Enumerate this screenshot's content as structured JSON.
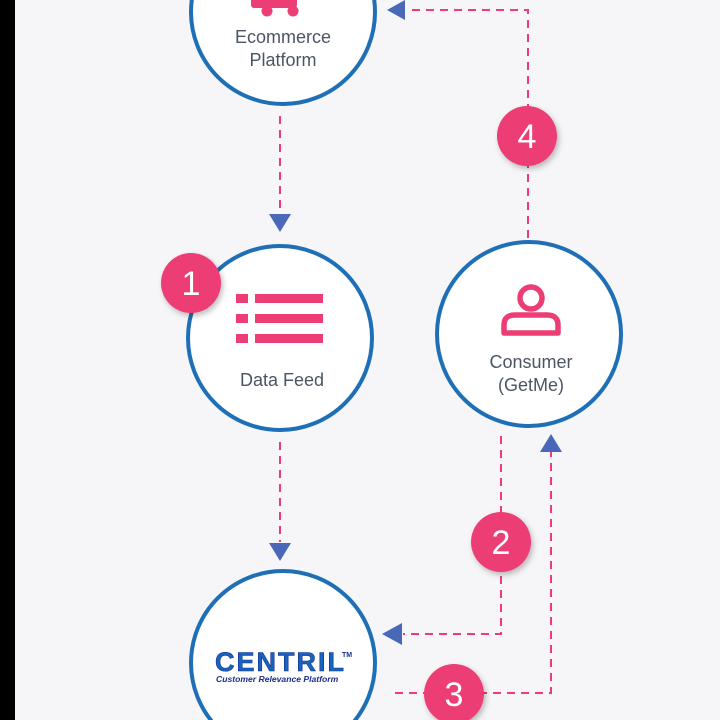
{
  "colors": {
    "background": "#f6f6f9",
    "circle_border": "#1e6fb5",
    "accent_pink": "#ec3e74",
    "arrow_blue": "#4a68b8",
    "label_text": "#4b5563",
    "logo_blue": "#1565c0",
    "logo_navy": "#1a2d8c"
  },
  "nodes": {
    "ecommerce": {
      "label_line1": "Ecommerce",
      "label_line2": "Platform",
      "icon": "shopping-cart-icon"
    },
    "data_feed": {
      "label": "Data Feed",
      "icon": "list-icon"
    },
    "consumer": {
      "label_line1": "Consumer",
      "label_line2": "(GetMe)",
      "icon": "user-icon"
    },
    "centril": {
      "logo_text": "CENTRIL",
      "logo_tm": "TM",
      "logo_subtitle": "Customer Relevance Platform"
    }
  },
  "steps": [
    {
      "number": "1"
    },
    {
      "number": "2"
    },
    {
      "number": "3"
    },
    {
      "number": "4"
    }
  ]
}
